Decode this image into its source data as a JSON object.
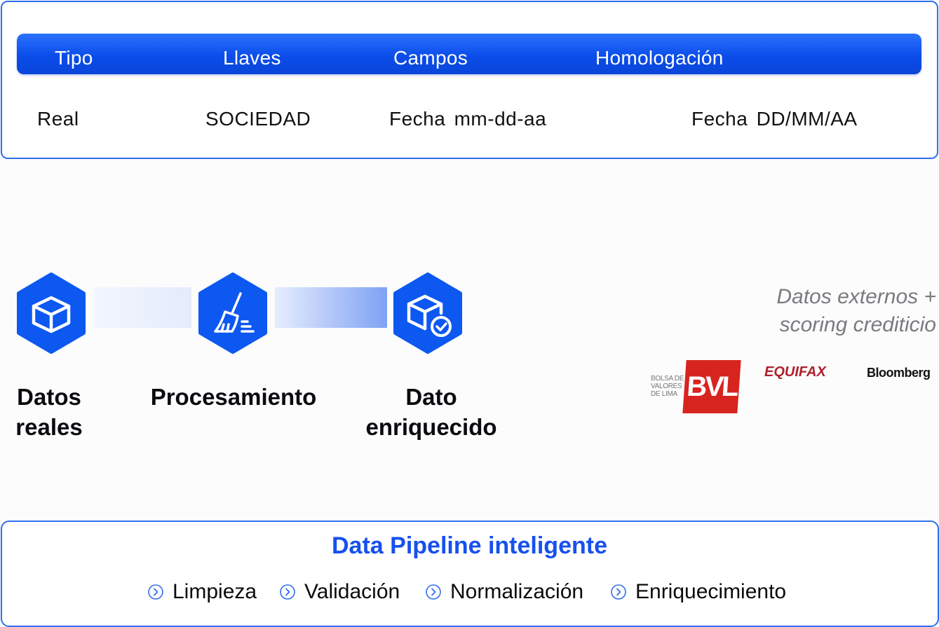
{
  "table": {
    "headers": [
      "Tipo",
      "Llaves",
      "Campos",
      "Homologación"
    ],
    "row": [
      "Real",
      "SOCIEDAD",
      "Fecha mm-dd-aa",
      "Fecha DD/MM/AA"
    ]
  },
  "pipeline": {
    "stages": [
      {
        "label_line1": "Datos",
        "label_line2": "reales",
        "icon": "cube-icon"
      },
      {
        "label_line1": "Procesamiento",
        "label_line2": "",
        "icon": "broom-icon"
      },
      {
        "label_line1": "Dato",
        "label_line2": "enriquecido",
        "icon": "cube-check-icon"
      }
    ]
  },
  "external": {
    "caption_line1": "Datos externos +",
    "caption_line2": "scoring crediticio",
    "logos": {
      "bvl_small": [
        "BOLSA DE",
        "VALORES",
        "DE LIMA"
      ],
      "bvl_big": "BVL",
      "equifax": "EQUIFAX",
      "bloomberg": "Bloomberg"
    }
  },
  "footer": {
    "title": "Data Pipeline inteligente",
    "steps": [
      "Limpieza",
      "Validación",
      "Normalización",
      "Enriquecimiento"
    ]
  },
  "colors": {
    "accent": "#0b4dea",
    "hex_fill": "#0c58f0",
    "bvl_red": "#d8241f",
    "equifax_red": "#b0202d"
  }
}
